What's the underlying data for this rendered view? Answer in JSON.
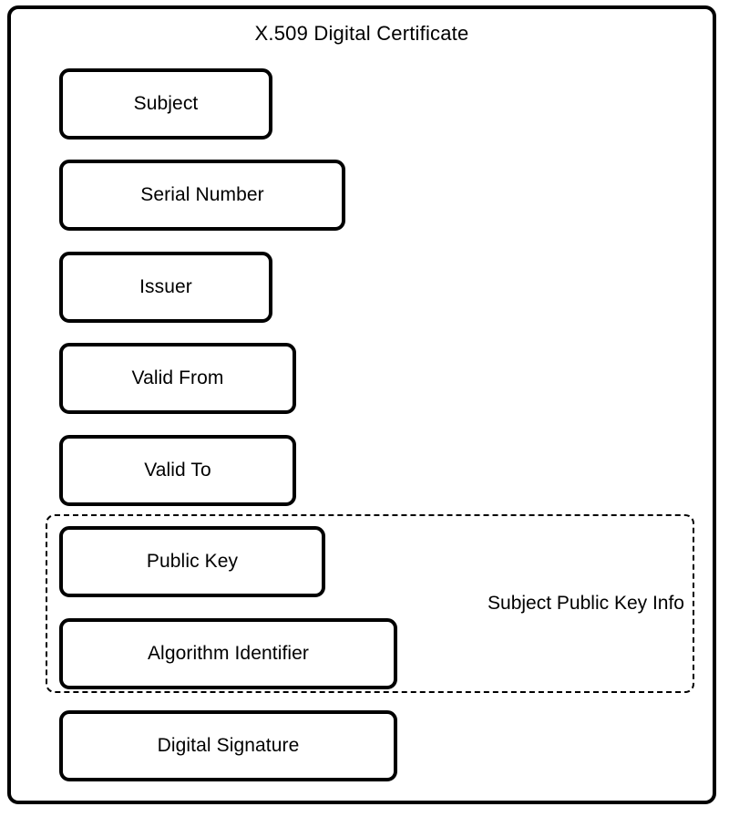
{
  "diagram": {
    "title": "X.509 Digital Certificate",
    "type": "block-diagram",
    "colors": {
      "stroke": "#000000",
      "background": "#ffffff",
      "text": "#000000"
    },
    "fields": [
      {
        "id": "subject",
        "label": "Subject"
      },
      {
        "id": "serial_number",
        "label": "Serial Number"
      },
      {
        "id": "issuer",
        "label": "Issuer"
      },
      {
        "id": "valid_from",
        "label": "Valid From"
      },
      {
        "id": "valid_to",
        "label": "Valid To"
      },
      {
        "id": "public_key",
        "label": "Public Key"
      },
      {
        "id": "algorithm_id",
        "label": "Algorithm Identifier"
      },
      {
        "id": "digital_sig",
        "label": "Digital Signature"
      }
    ],
    "groups": [
      {
        "id": "subject_public_key_info",
        "label": "Subject Public Key Info",
        "style": "dashed",
        "members": [
          "public_key",
          "algorithm_id"
        ]
      }
    ]
  }
}
